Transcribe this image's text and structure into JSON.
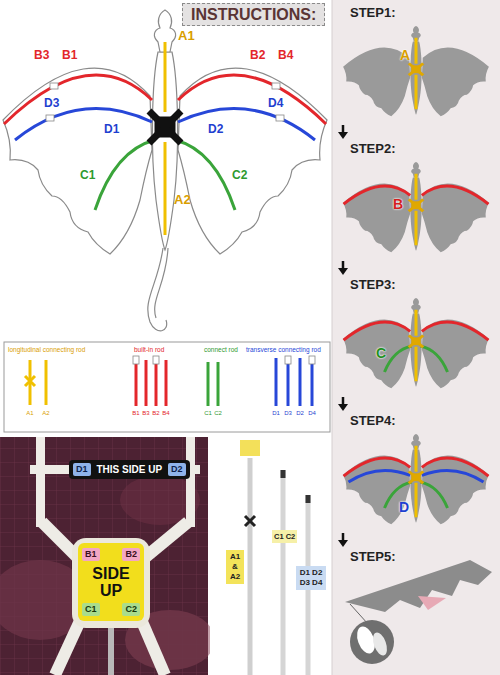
{
  "diagram": {
    "title": "INSTRUCTIONS:",
    "nodes": [
      {
        "text": [
          "STEP1:",
          "A"
        ]
      },
      {
        "text": [
          "STEP2:",
          "B"
        ]
      },
      {
        "text": [
          "STEP3:",
          "C"
        ]
      },
      {
        "text": [
          "STEP4:",
          "D"
        ]
      },
      {
        "text": [
          "STEP5:"
        ]
      },
      {
        "text": [
          "D1",
          "THIS SIDE UP",
          "D2"
        ]
      },
      {
        "text": [
          "B1",
          "B2",
          "SIDE UP",
          "C1",
          "C2"
        ]
      }
    ],
    "edges": [
      {
        "from": 0,
        "to": 1,
        "arrow": "to"
      },
      {
        "from": 1,
        "to": 2,
        "arrow": "to"
      },
      {
        "from": 2,
        "to": 3,
        "arrow": "to"
      },
      {
        "from": 3,
        "to": 4,
        "arrow": "to"
      }
    ],
    "labels": [
      "A1",
      "B3",
      "B1",
      "B2",
      "B4",
      "D3",
      "D1",
      "D2",
      "D4",
      "C1",
      "C2",
      "A2",
      "A1",
      "A2",
      "B1",
      "B3",
      "B2",
      "B4",
      "C1",
      "C2",
      "D1",
      "D3",
      "D2",
      "D4",
      "A1 & A2",
      "C1 C2",
      "D1 D2 D3 D4"
    ],
    "legend": [
      {
        "text": "longitudinal connecting rod"
      },
      {
        "text": "built-in rod"
      },
      {
        "text": "connect rod"
      },
      {
        "text": "transverse connecting rod"
      }
    ]
  }
}
